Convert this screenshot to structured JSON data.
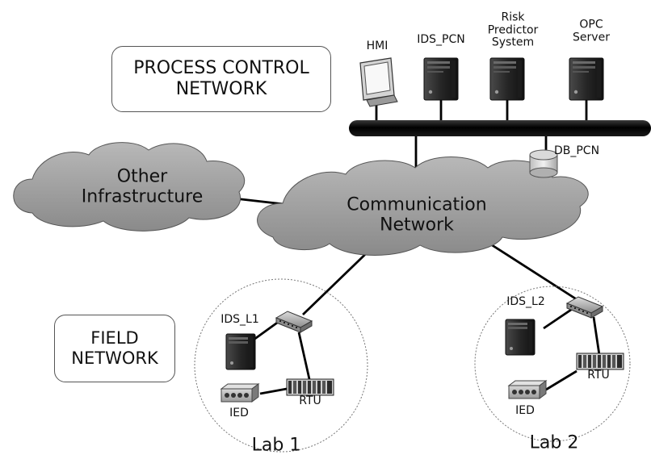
{
  "process_control_box": {
    "line1": "PROCESS CONTROL",
    "line2": "NETWORK"
  },
  "field_box": {
    "line1": "FIELD",
    "line2": "NETWORK"
  },
  "pcn_devices": {
    "hmi": "HMI",
    "ids_pcn": "IDS_PCN",
    "risk": {
      "line1": "Risk",
      "line2": "Predictor",
      "line3": "System"
    },
    "opc": {
      "line1": "OPC",
      "line2": "Server"
    },
    "db_pcn": "DB_PCN"
  },
  "clouds": {
    "other": {
      "line1": "Other",
      "line2": "Infrastructure"
    },
    "comm": {
      "line1": "Communication",
      "line2": "Network"
    }
  },
  "lab1": {
    "title": "Lab 1",
    "ids": "IDS_L1",
    "ied": "IED",
    "rtu": "RTU"
  },
  "lab2": {
    "title": "Lab 2",
    "ids": "IDS_L2",
    "ied": "IED",
    "rtu": "RTU"
  },
  "icons": {
    "hmi": "monitor-icon",
    "server": "server-tower-icon",
    "database": "database-icon",
    "switch": "network-switch-icon",
    "rtu": "rtu-rack-icon",
    "ied": "ied-device-icon"
  },
  "colors": {
    "cloud_fill": "#9a9a9a",
    "bus": "#0a0a0a",
    "server_body": "#2b2b2b",
    "lab_circle": "#777777"
  }
}
